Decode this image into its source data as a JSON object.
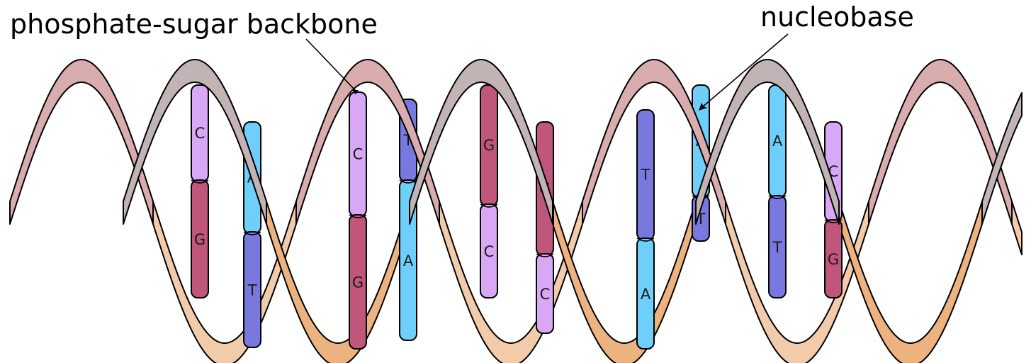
{
  "labels": {
    "backbone": "phosphate-sugar backbone",
    "nucleobase": "nucleobase"
  },
  "colors": {
    "backbone_pink": "#d9acae",
    "backbone_gray": "#c2b4b4",
    "backbone_peach": "#f2cbab",
    "backbone_orange": "#ecb280",
    "base_C": "#d8a8f6",
    "base_G": "#c1567c",
    "base_A": "#6fcffb",
    "base_T": "#7978df",
    "outline": "#000000"
  },
  "base_pairs": [
    {
      "id": "pair-1",
      "upper": "C",
      "lower": "G"
    },
    {
      "id": "pair-2",
      "upper": "A",
      "lower": "T"
    },
    {
      "id": "pair-3",
      "upper": "C",
      "lower": "G"
    },
    {
      "id": "pair-4",
      "upper": "T",
      "lower": "A"
    },
    {
      "id": "pair-5",
      "upper": "G",
      "lower": "C"
    },
    {
      "id": "pair-6",
      "upper": "G",
      "lower": "C"
    },
    {
      "id": "pair-7",
      "upper": "T",
      "lower": "A"
    },
    {
      "id": "pair-8",
      "upper": "A",
      "lower": "T"
    },
    {
      "id": "pair-9",
      "upper": "A",
      "lower": "T"
    },
    {
      "id": "pair-10",
      "upper": "C",
      "lower": "G"
    }
  ]
}
